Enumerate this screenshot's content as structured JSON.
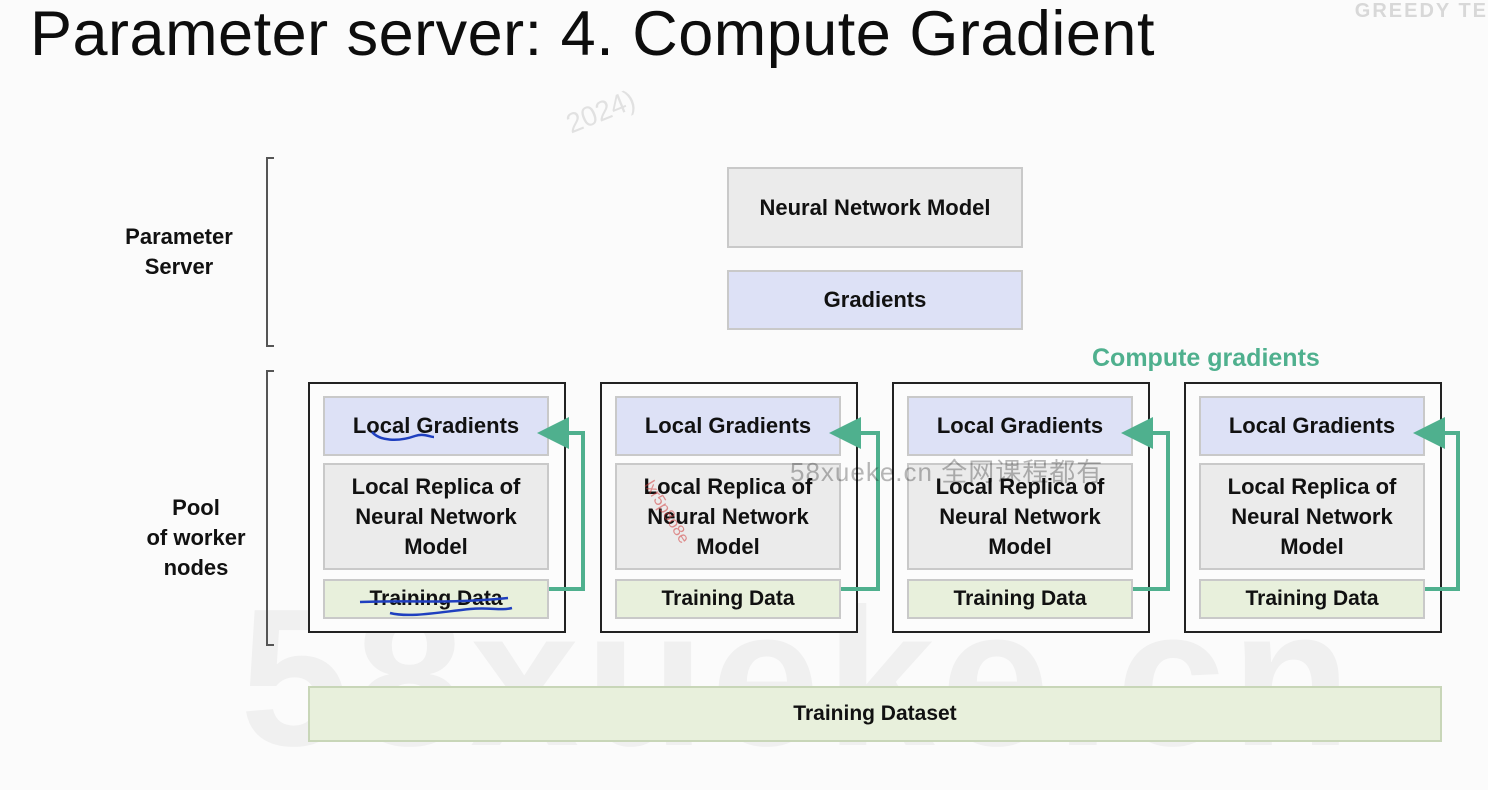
{
  "title": "Parameter server: 4. Compute Gradient",
  "logo_text": "GREEDY TE",
  "watermarks": {
    "big": "58xueke.cn",
    "year": "2024)",
    "mid": "58xueke.cn  全网课程都有",
    "red": "lxr5p8o8e"
  },
  "parameter_server": {
    "label_line1": "Parameter",
    "label_line2": "Server",
    "model_box": "Neural Network Model",
    "gradients_box": "Gradients"
  },
  "pool": {
    "label_line1": "Pool",
    "label_line2": "of worker",
    "label_line3": "nodes",
    "compute_label": "Compute gradients",
    "workers": [
      {
        "local_gradients": "Local Gradients",
        "replica_line1": "Local Replica of",
        "replica_line2": "Neural Network",
        "replica_line3": "Model",
        "training_data": "Training Data"
      },
      {
        "local_gradients": "Local Gradients",
        "replica_line1": "Local Replica of",
        "replica_line2": "Neural Network",
        "replica_line3": "Model",
        "training_data": "Training Data"
      },
      {
        "local_gradients": "Local Gradients",
        "replica_line1": "Local Replica of",
        "replica_line2": "Neural Network",
        "replica_line3": "Model",
        "training_data": "Training Data"
      },
      {
        "local_gradients": "Local Gradients",
        "replica_line1": "Local Replica of",
        "replica_line2": "Neural Network",
        "replica_line3": "Model",
        "training_data": "Training Data"
      }
    ]
  },
  "training_dataset": "Training Dataset",
  "colors": {
    "arrow": "#4fb08e",
    "gradient_box": "#dde1f6",
    "model_box": "#ebebeb",
    "data_box": "#e8f0dc",
    "annotation": "#1f3fbf"
  }
}
